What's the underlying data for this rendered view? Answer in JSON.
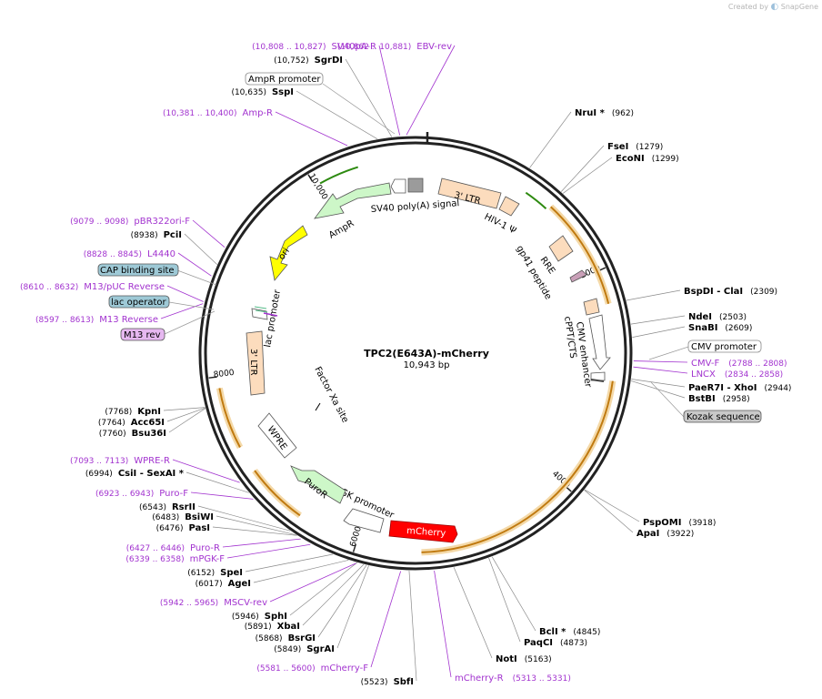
{
  "credit": {
    "prefix": "Created by",
    "brand": "SnapGene"
  },
  "plasmid": {
    "name": "TPC2(E643A)-mCherry",
    "size_label": "10,943 bp",
    "length": 10943
  },
  "ticks": [
    {
      "label": "2000",
      "pos": 2000
    },
    {
      "label": "4000",
      "pos": 4000
    },
    {
      "label": "6000",
      "pos": 6000
    },
    {
      "label": "8000",
      "pos": 8000
    },
    {
      "label": "10,000",
      "pos": 10000
    }
  ],
  "sites": [
    {
      "name": "NruI *",
      "pos_label": "(962)",
      "pos": 962
    },
    {
      "name": "FseI",
      "pos_label": "(1279)",
      "pos": 1279
    },
    {
      "name": "EcoNI",
      "pos_label": "(1299)",
      "pos": 1299
    },
    {
      "name": "BspDI  - ClaI",
      "pos_label": "(2309)",
      "pos": 2309
    },
    {
      "name": "NdeI",
      "pos_label": "(2503)",
      "pos": 2503
    },
    {
      "name": "SnaBI",
      "pos_label": "(2609)",
      "pos": 2609
    },
    {
      "name": "PaeR7I  - XhoI",
      "pos_label": "(2944)",
      "pos": 2944
    },
    {
      "name": "BstBI",
      "pos_label": "(2958)",
      "pos": 2958
    },
    {
      "name": "PspOMI",
      "pos_label": "(3918)",
      "pos": 3918
    },
    {
      "name": "ApaI",
      "pos_label": "(3922)",
      "pos": 3922
    },
    {
      "name": "BclI *",
      "pos_label": "(4845)",
      "pos": 4845
    },
    {
      "name": "PaqCI",
      "pos_label": "(4873)",
      "pos": 4873
    },
    {
      "name": "NotI",
      "pos_label": "(5163)",
      "pos": 5163
    },
    {
      "name": "SbfI",
      "pos_label": "(5523)",
      "pos": 5523
    },
    {
      "name": "SgrAI",
      "pos_label": "(5849)",
      "pos": 5849
    },
    {
      "name": "BsrGI",
      "pos_label": "(5868)",
      "pos": 5868
    },
    {
      "name": "XbaI",
      "pos_label": "(5891)",
      "pos": 5891
    },
    {
      "name": "SphI",
      "pos_label": "(5946)",
      "pos": 5946
    },
    {
      "name": "AgeI",
      "pos_label": "(6017)",
      "pos": 6017
    },
    {
      "name": "SpeI",
      "pos_label": "(6152)",
      "pos": 6152
    },
    {
      "name": "PasI",
      "pos_label": "(6476)",
      "pos": 6476
    },
    {
      "name": "BsiWI",
      "pos_label": "(6483)",
      "pos": 6483
    },
    {
      "name": "RsrII",
      "pos_label": "(6543)",
      "pos": 6543
    },
    {
      "name": "CsiI  - SexAI *",
      "pos_label": "(6994)",
      "pos": 6994
    },
    {
      "name": "Bsu36I",
      "pos_label": "(7760)",
      "pos": 7760
    },
    {
      "name": "Acc65I",
      "pos_label": "(7764)",
      "pos": 7764
    },
    {
      "name": "KpnI",
      "pos_label": "(7768)",
      "pos": 7768
    },
    {
      "name": "PciI",
      "pos_label": "(8938)",
      "pos": 8938
    },
    {
      "name": "SspI",
      "pos_label": "(10,635)",
      "pos": 10635
    },
    {
      "name": "SgrDI",
      "pos_label": "(10,752)",
      "pos": 10752
    }
  ],
  "primers": [
    {
      "name": "SV40pA-R",
      "pos_label": "(10,808 .. 10,827)",
      "pos": 10817
    },
    {
      "name": "EBV-rev",
      "pos_label": "(10,862 .. 10,881)",
      "pos": 10871
    },
    {
      "name": "Amp-R",
      "pos_label": "(10,381 .. 10,400)",
      "pos": 10390
    },
    {
      "name": "pBR322ori-F",
      "pos_label": "(9079 .. 9098)",
      "pos": 9088
    },
    {
      "name": "L4440",
      "pos_label": "(8828 .. 8845)",
      "pos": 8836
    },
    {
      "name": "M13/pUC Reverse",
      "pos_label": "(8610 .. 8632)",
      "pos": 8621
    },
    {
      "name": "M13 Reverse",
      "pos_label": "(8597 .. 8613)",
      "pos": 8605
    },
    {
      "name": "CMV-F",
      "pos_label": "(2788 .. 2808)",
      "pos": 2798
    },
    {
      "name": "LNCX",
      "pos_label": "(2834 .. 2858)",
      "pos": 2846
    },
    {
      "name": "WPRE-R",
      "pos_label": "(7093 .. 7113)",
      "pos": 7103
    },
    {
      "name": "Puro-F",
      "pos_label": "(6923 .. 6943)",
      "pos": 6933
    },
    {
      "name": "Puro-R",
      "pos_label": "(6427 .. 6446)",
      "pos": 6436
    },
    {
      "name": "mPGK-F",
      "pos_label": "(6339 .. 6358)",
      "pos": 6348
    },
    {
      "name": "MSCV-rev",
      "pos_label": "(5942 .. 5965)",
      "pos": 5953
    },
    {
      "name": "mCherry-F",
      "pos_label": "(5581 .. 5600)",
      "pos": 5590
    },
    {
      "name": "mCherry-R",
      "pos_label": "(5313 .. 5331)",
      "pos": 5322
    }
  ],
  "boxed_labels": [
    {
      "name": "AmpR promoter"
    },
    {
      "name": "CAP binding site"
    },
    {
      "name": "lac operator"
    },
    {
      "name": "M13 rev"
    },
    {
      "name": "CMV promoter"
    },
    {
      "name": "Kozak sequence"
    }
  ],
  "features": [
    {
      "name": "3' LTR",
      "color": "#fcdcbd"
    },
    {
      "name": "HIV-1 Ψ",
      "color": "#fcdcbd"
    },
    {
      "name": "RRE",
      "color": "#fcdcbd"
    },
    {
      "name": "gp41 peptide",
      "color": "#c9a0b8"
    },
    {
      "name": "cPPT/CTS",
      "color": "#fcdcbd"
    },
    {
      "name": "CMV enhancer",
      "color": "#ffffff"
    },
    {
      "name": "mCherry",
      "color": "#ff0000"
    },
    {
      "name": "PGK promoter",
      "color": "#ffffff"
    },
    {
      "name": "PuroR",
      "color": "#cdf7c8"
    },
    {
      "name": "WPRE",
      "color": "#ffffff"
    },
    {
      "name": "Factor Xa site",
      "color": "#000000"
    },
    {
      "name": "3' LTR",
      "color": "#fcdcbd"
    },
    {
      "name": "lac promoter",
      "color": "#ffffff"
    },
    {
      "name": "ori",
      "color": "#ffff00"
    },
    {
      "name": "AmpR",
      "color": "#cdf7c8"
    },
    {
      "name": "SV40 poly(A) signal",
      "color": "#9b9b9b"
    }
  ],
  "colors": {
    "backbone": "#222222",
    "primer": "#a233cf",
    "orf": "#e8a93a",
    "orf_inner": "#c07a10",
    "green_arrow": "#2d8a10",
    "boxed_fill": "#9ec9d6",
    "m13rev_fill": "#e6b8f0",
    "kozak_fill": "#c9c9c9"
  }
}
